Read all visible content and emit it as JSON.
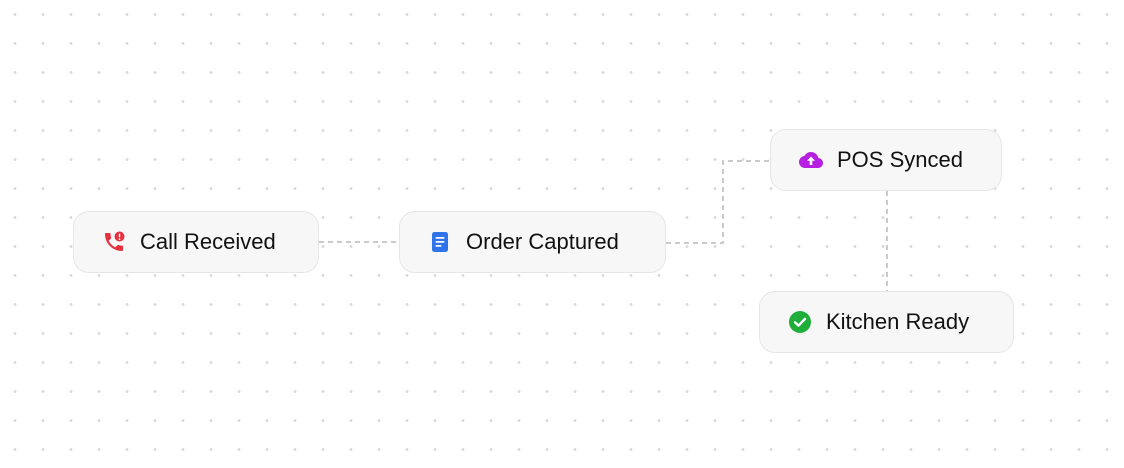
{
  "flow": {
    "nodes": [
      {
        "label": "Call Received",
        "icon": "phone-alert-icon",
        "color": "#e5303f"
      },
      {
        "label": "Order Captured",
        "icon": "document-icon",
        "color": "#2f74e8"
      },
      {
        "label": "POS Synced",
        "icon": "cloud-upload-icon",
        "color": "#b61ee0"
      },
      {
        "label": "Kitchen Ready",
        "icon": "check-circle-icon",
        "color": "#1fae3a"
      }
    ],
    "edges": [
      {
        "from": "Call Received",
        "to": "Order Captured",
        "style": "dashed"
      },
      {
        "from": "Order Captured",
        "to": "POS Synced",
        "style": "dashed"
      },
      {
        "from": "POS Synced",
        "to": "Kitchen Ready",
        "style": "dashed"
      }
    ],
    "connector_color": "#b8b8b8"
  }
}
